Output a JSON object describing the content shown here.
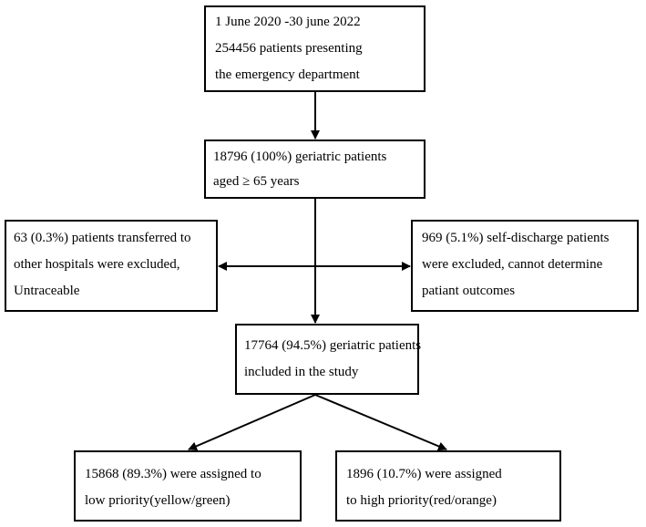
{
  "flowchart": {
    "start_box": {
      "lines": [
        "1 June 2020 -30 june 2022",
        "254456 patients presenting",
        "the  emergency  department"
      ]
    },
    "geriatric_box": {
      "lines": [
        "18796 (100%) geriatric patients",
        "aged ≥ 65 years"
      ]
    },
    "transferred_box": {
      "lines": [
        "63 (0.3%) patients transferred to",
        "other hospitals were excluded,",
        "Untraceable"
      ]
    },
    "selfdischarge_box": {
      "lines": [
        "969 (5.1%) self-discharge patients",
        "were excluded, cannot determine",
        "patiant outcomes"
      ]
    },
    "included_box": {
      "lines": [
        "17764 (94.5%) geriatric patients",
        "included in the study"
      ]
    },
    "low_priority_box": {
      "lines": [
        "15868 (89.3%) were assigned to",
        "low priority(yellow/green)"
      ]
    },
    "high_priority_box": {
      "lines": [
        "1896 (10.7%) were assigned",
        "to high priority(red/orange)"
      ]
    }
  }
}
